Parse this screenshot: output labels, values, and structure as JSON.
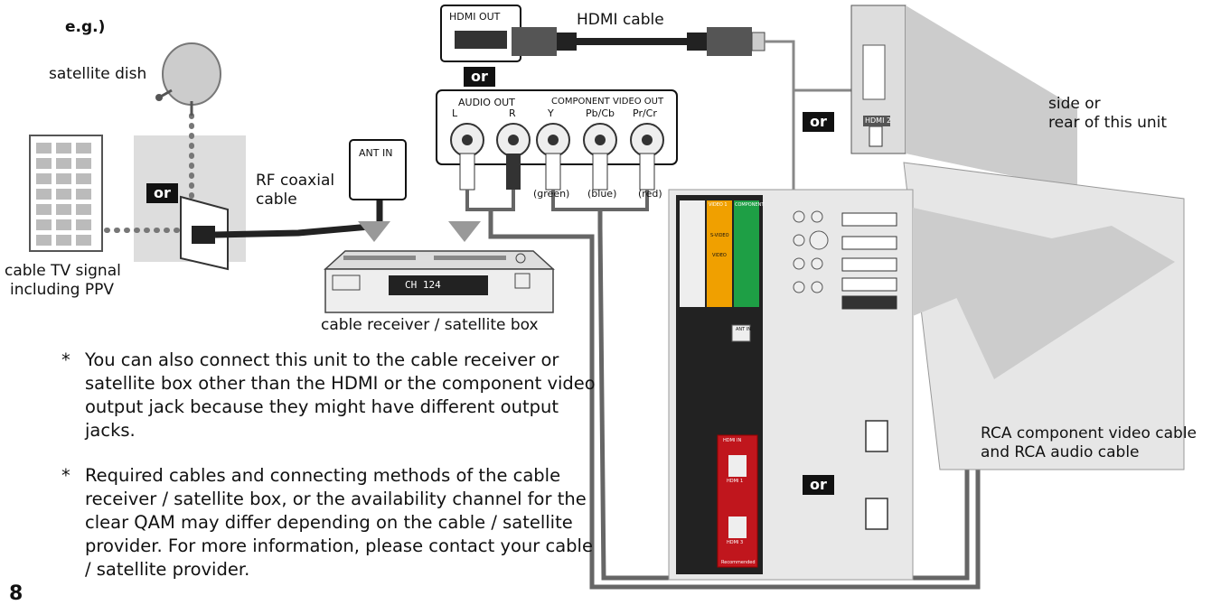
{
  "example_label": "e.g.)",
  "satellite_dish": "satellite dish",
  "cable_tv_line1": "cable TV signal",
  "cable_tv_line2": "including PPV",
  "or": "or",
  "rf_line1": "RF coaxial",
  "rf_line2": "cable",
  "ant_in": "ANT IN",
  "hdmi_out": "HDMI OUT",
  "hdmi_cable": "HDMI cable",
  "audio_out": "AUDIO OUT",
  "component_video_out": "COMPONENT VIDEO OUT",
  "jacks": {
    "l": "L",
    "r": "R",
    "y": "Y",
    "pb": "Pb/Cb",
    "pr": "Pr/Cr"
  },
  "colors": {
    "green": "(green)",
    "blue": "(blue)",
    "red": "(red)"
  },
  "receiver_display": "CH 124",
  "receiver_label": "cable receiver / satellite box",
  "side_rear": {
    "line1": "side or",
    "line2": "rear of this unit"
  },
  "hdmi2": "HDMI 2",
  "rca_label": {
    "line1": "RCA component video cable",
    "line2": "and RCA audio cable"
  },
  "panel": {
    "ant_in": "ANT IN",
    "hdmi_in": "HDMI IN",
    "recommended": "Recommended",
    "hdmi1": "HDMI 1",
    "hdmi3": "HDMI 3",
    "video1": "VIDEO 1",
    "component": "COMPONENT",
    "svideo": "S-VIDEO",
    "video": "VIDEO"
  },
  "notes": [
    "You can also connect this unit to the cable receiver or satellite box other than the HDMI or the component video output jack because they might have different output jacks.",
    "Required cables and connecting methods of the cable receiver / satellite box, or the availability channel for the clear QAM may differ depending on the cable / satellite provider. For more information, please contact your cable / satellite provider."
  ],
  "page_number": "8"
}
